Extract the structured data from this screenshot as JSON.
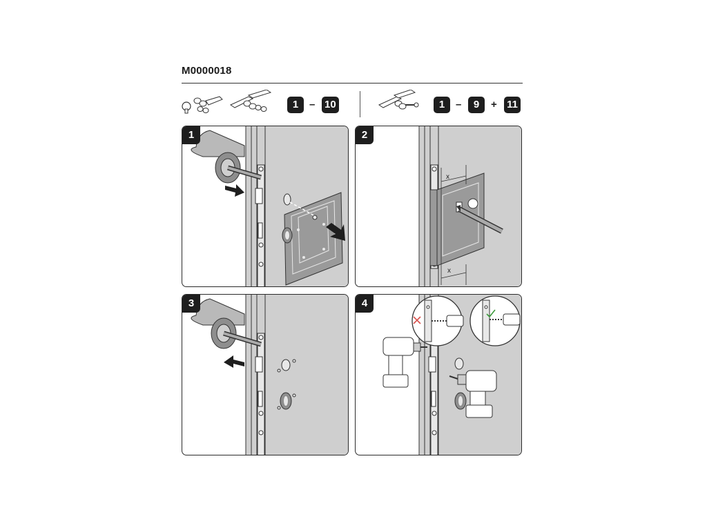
{
  "document": {
    "code": "M0000018"
  },
  "kits": [
    {
      "items": [
        "rosette-knob-kit-icon",
        "lever-handle-kit-icon"
      ],
      "range_start": "1",
      "range_sep": "–",
      "range_end": "10"
    },
    {
      "items": [
        "lever-handle-screws-kit-icon"
      ],
      "range_start": "1",
      "range_sep": "–",
      "range_end": "9",
      "plus": "+",
      "extra": "11"
    }
  ],
  "steps": [
    {
      "number": "1"
    },
    {
      "number": "2"
    },
    {
      "number": "3"
    },
    {
      "number": "4"
    }
  ],
  "annotations": {
    "dimension_x": "x"
  },
  "colors": {
    "door": "#cfcfcf",
    "ink": "#1e1e1e",
    "wrong": "#d9534f",
    "right": "#3c9a3c"
  }
}
